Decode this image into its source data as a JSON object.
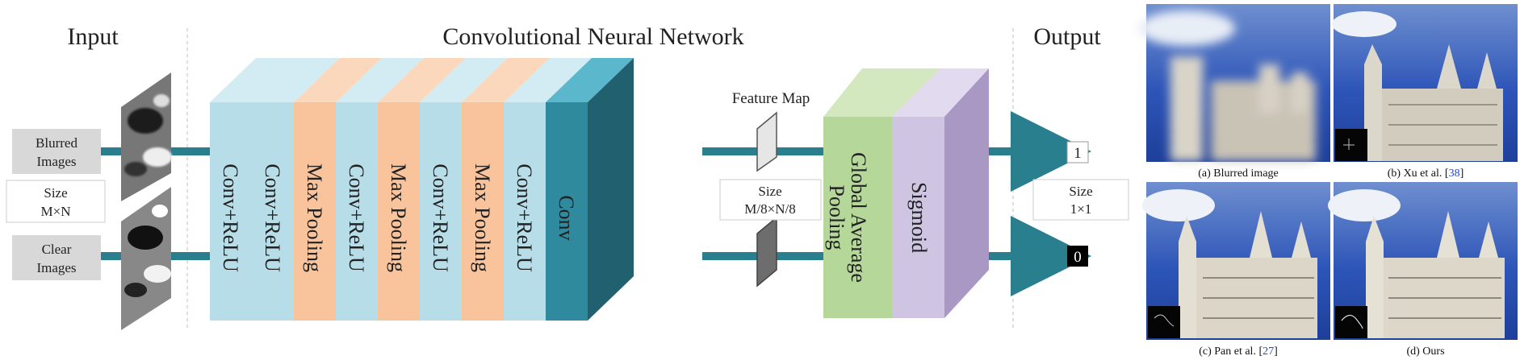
{
  "diagram": {
    "headers": {
      "input": "Input",
      "cnn": "Convolutional Neural Network",
      "output": "Output"
    },
    "input_boxes": {
      "blurred": [
        "Blurred",
        "Images"
      ],
      "size_label": "Size",
      "size_value": "M×N",
      "clear": [
        "Clear",
        "Images"
      ]
    },
    "layers": [
      {
        "label": "Conv+ReLU",
        "color": "#b7dde8"
      },
      {
        "label": "Conv+ReLU",
        "color": "#b7dde8"
      },
      {
        "label": "Max Pooling",
        "color": "#f9c49c"
      },
      {
        "label": "Conv+ReLU",
        "color": "#b7dde8"
      },
      {
        "label": "Max Pooling",
        "color": "#f9c49c"
      },
      {
        "label": "Conv+ReLU",
        "color": "#b7dde8"
      },
      {
        "label": "Max Pooling",
        "color": "#f9c49c"
      },
      {
        "label": "Conv+ReLU",
        "color": "#b7dde8"
      },
      {
        "label": "Conv",
        "color": "#2f8a9e"
      }
    ],
    "feature_map": {
      "label": "Feature Map",
      "size_label": "Size",
      "size_value": "M/8×N/8"
    },
    "head_layers": {
      "gap": [
        "Global Average",
        "Pooling"
      ],
      "sigmoid": "Sigmoid",
      "gap_color": "#b6d79a",
      "sigmoid_color": "#cfc4e2"
    },
    "outputs": {
      "top": "1",
      "bottom": "0",
      "size_label": "Size",
      "size_value": "1×1"
    },
    "arrow_color": "#2a7f8f"
  },
  "panels": [
    {
      "caption": "(a) Blurred image",
      "ref": ""
    },
    {
      "caption": "(b) Xu et al. [",
      "ref": "38"
    },
    {
      "caption": "(c) Pan et al. [",
      "ref": "27"
    },
    {
      "caption": "(d) Ours",
      "ref": ""
    }
  ]
}
